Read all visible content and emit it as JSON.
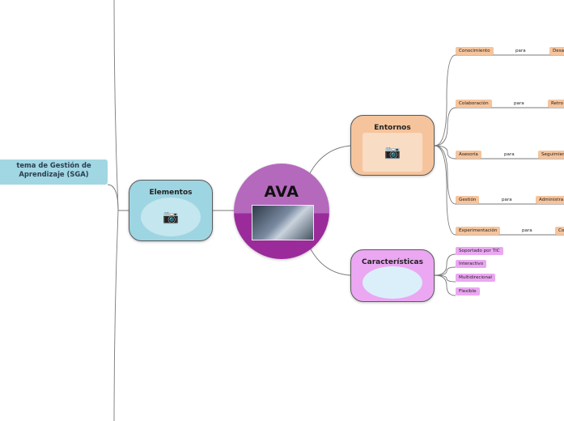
{
  "center": {
    "title": "AVA",
    "image": "collage-image"
  },
  "entornos": {
    "title": "Entornos",
    "icon": "camera-icon",
    "rows": [
      {
        "left": "Conocimiento",
        "mid": "para",
        "right": "Desa"
      },
      {
        "left": "Colaboración",
        "mid": "para",
        "right": "Retro"
      },
      {
        "left": "Asesoría",
        "mid": "para",
        "right": "Seguimien"
      },
      {
        "left": "Gestión",
        "mid": "para",
        "right": "Administra"
      },
      {
        "left": "Experimentación",
        "mid": "para",
        "right": "Co"
      }
    ]
  },
  "elementos": {
    "title": "Elementos",
    "icon": "camera-icon"
  },
  "caracteristicas": {
    "title": "Características",
    "items": [
      "Soportado por TIC",
      "Interactivo",
      "Multidirecional",
      "Flexible"
    ]
  },
  "sga": {
    "line1": "tema de Gestión de",
    "line2": "Aprendizaje (SGA)"
  },
  "colors": {
    "peach": "#f6c49c",
    "blue": "#9ed5e2",
    "purple": "#eba7f2",
    "magenta": "#9b2b9a"
  }
}
